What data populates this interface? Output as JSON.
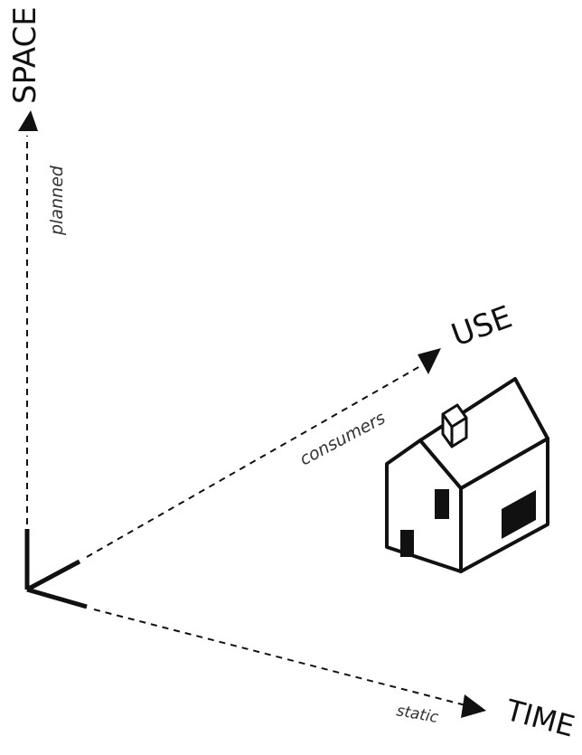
{
  "axes": {
    "space": {
      "title": "SPACE",
      "subtitle": "planned"
    },
    "use": {
      "title": "USE",
      "subtitle": "consumers"
    },
    "time": {
      "title": "TIME",
      "subtitle": "static"
    }
  },
  "icons": {
    "house": "house-icon"
  },
  "colors": {
    "ink": "#111111",
    "background": "#ffffff"
  }
}
